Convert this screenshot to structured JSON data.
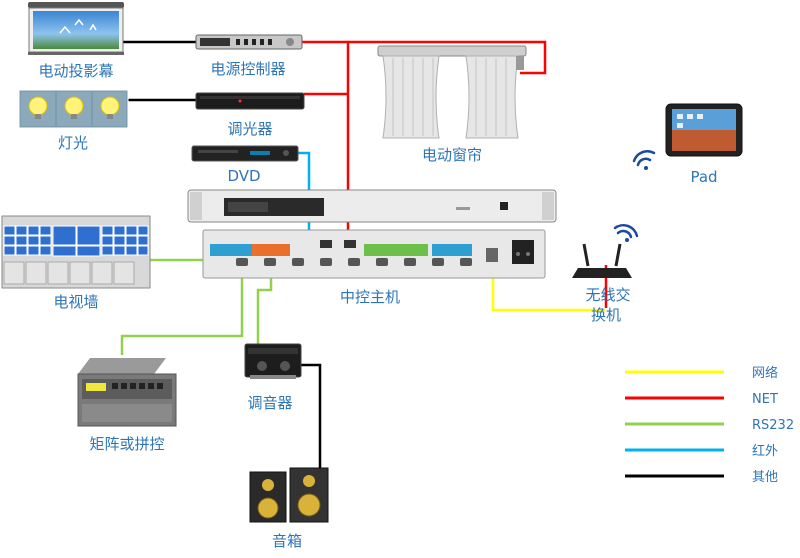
{
  "labels": {
    "projector_screen": "电动投影幕",
    "power_controller": "电源控制器",
    "lights": "灯光",
    "dimmer": "调光器",
    "dvd": "DVD",
    "curtain": "电动窗帘",
    "pad": "Pad",
    "video_wall": "电视墙",
    "central_host": "中控主机",
    "wireless_line1": "无线交",
    "wireless_line2": "换机",
    "matrix": "矩阵或拼控",
    "amplifier": "调音器",
    "speakers": "音箱"
  },
  "legend": [
    {
      "label": "网络",
      "color": "#ffff00"
    },
    {
      "label": "NET",
      "color": "#ff0000"
    },
    {
      "label": "RS232",
      "color": "#92d050"
    },
    {
      "label": "红外",
      "color": "#00b0f0"
    },
    {
      "label": "其他",
      "color": "#000000"
    }
  ],
  "colors": {
    "label_text": "#2e75b6",
    "network": "#ffff00",
    "net": "#ff0000",
    "rs232": "#92d050",
    "infrared": "#00b0f0",
    "other": "#000000"
  }
}
